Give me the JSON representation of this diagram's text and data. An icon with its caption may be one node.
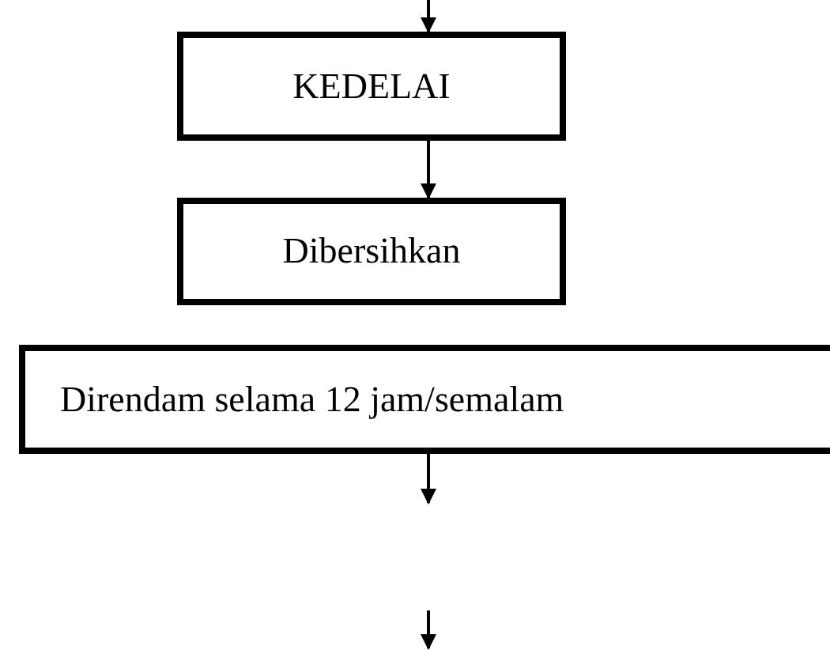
{
  "diagram": {
    "nodes": [
      {
        "text": [
          "KEDELAI"
        ]
      },
      {
        "text": [
          "Dibersihkan"
        ]
      },
      {
        "text": [
          "Direndam selama 12 jam/semalam"
        ]
      }
    ],
    "edges": [
      {
        "from": null,
        "to": 0,
        "arrow": "to"
      },
      {
        "from": 0,
        "to": 1,
        "arrow": "to"
      },
      {
        "from": 2,
        "to": null,
        "arrow": "to"
      }
    ]
  }
}
